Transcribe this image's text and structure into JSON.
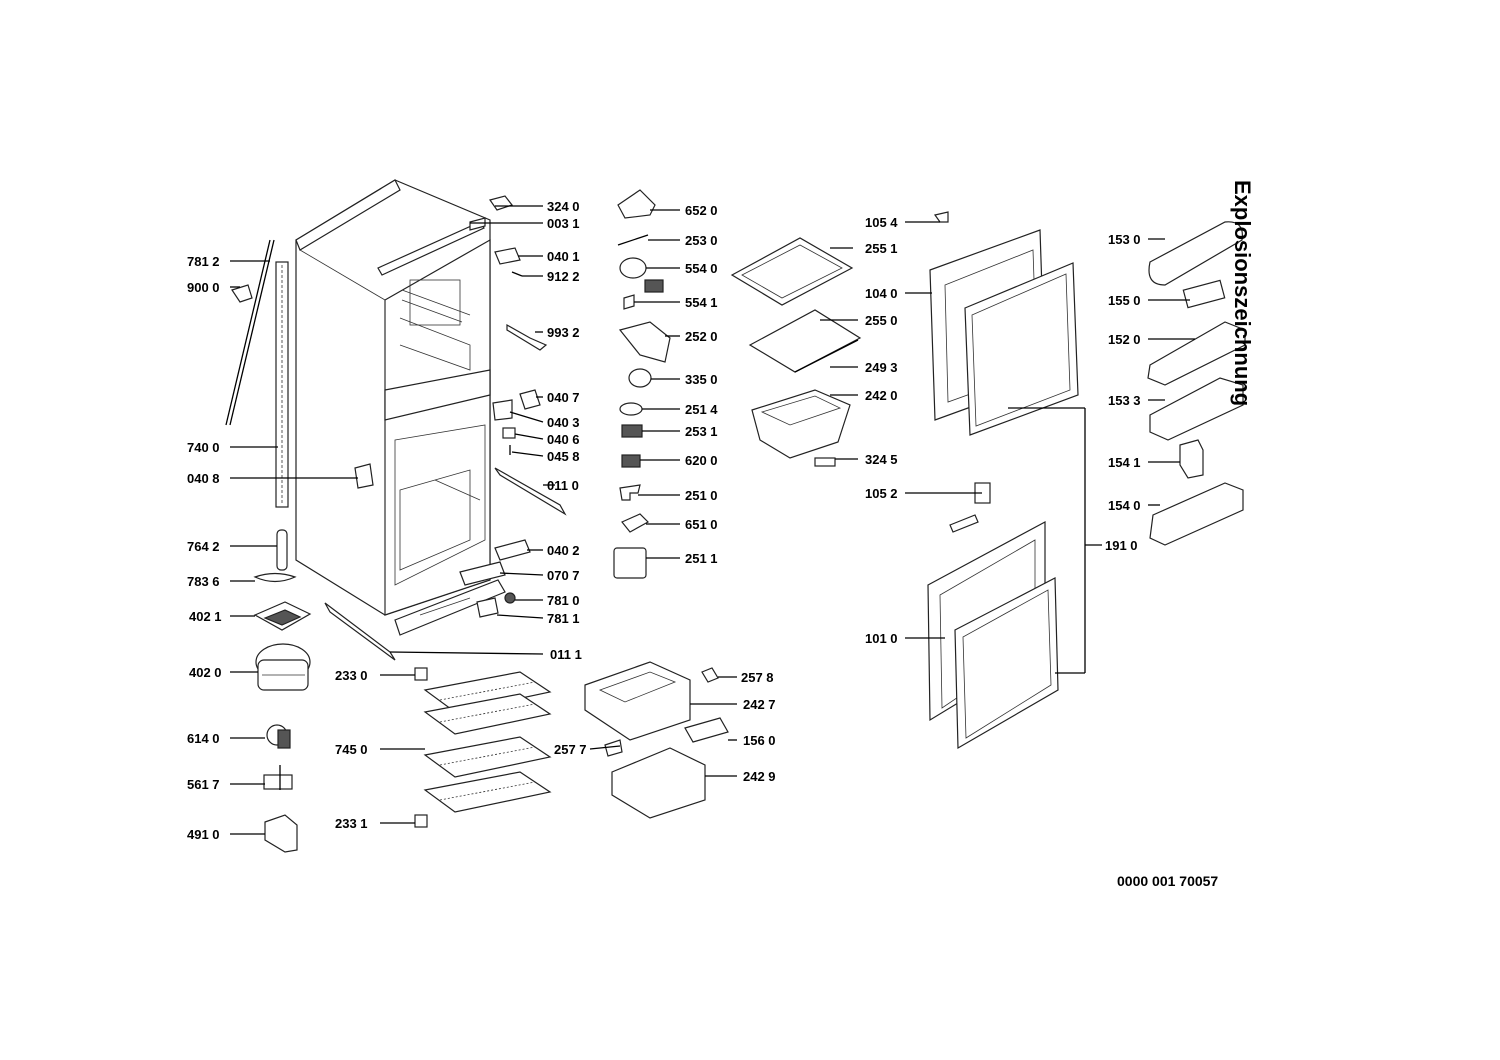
{
  "title": "Explosionszeichnung",
  "document_number": "0000 001 70057",
  "labels": {
    "p3240": "324 0",
    "p0031": "003 1",
    "p0401": "040 1",
    "p9122": "912 2",
    "p7812": "781 2",
    "p9000": "900 0",
    "p9932": "993 2",
    "p0407": "040 7",
    "p0403": "040 3",
    "p0406": "040 6",
    "p0458": "045 8",
    "p7400": "740 0",
    "p0408": "040 8",
    "p0110": "011 0",
    "p7642": "764 2",
    "p0402": "040 2",
    "p7836": "783 6",
    "p0707": "070 7",
    "p7810": "781 0",
    "p4021": "402 1",
    "p7811": "781 1",
    "p0111": "011 1",
    "p4020": "402 0",
    "p2330": "233 0",
    "p6140": "614 0",
    "p7450": "745 0",
    "p5617": "561 7",
    "p2331": "233 1",
    "p4910": "491 0",
    "p6520": "652 0",
    "p2530": "253 0",
    "p5540": "554 0",
    "p5541": "554 1",
    "p2520": "252 0",
    "p3350": "335 0",
    "p2514": "251 4",
    "p2531": "253 1",
    "p6200": "620 0",
    "p2510": "251 0",
    "p6510": "651 0",
    "p2511": "251 1",
    "p2578": "257 8",
    "p2427": "242 7",
    "p1560": "156 0",
    "p2577": "257 7",
    "p2429": "242 9",
    "p1054": "105 4",
    "p2551": "255 1",
    "p1040": "104 0",
    "p2550": "255 0",
    "p2493": "249 3",
    "p2420": "242 0",
    "p3245": "324 5",
    "p1052": "105 2",
    "p1010": "101 0",
    "p1530": "153 0",
    "p1550": "155 0",
    "p1520": "152 0",
    "p1533": "153 3",
    "p1541": "154 1",
    "p1540": "154 0",
    "p1910": "191 0"
  }
}
